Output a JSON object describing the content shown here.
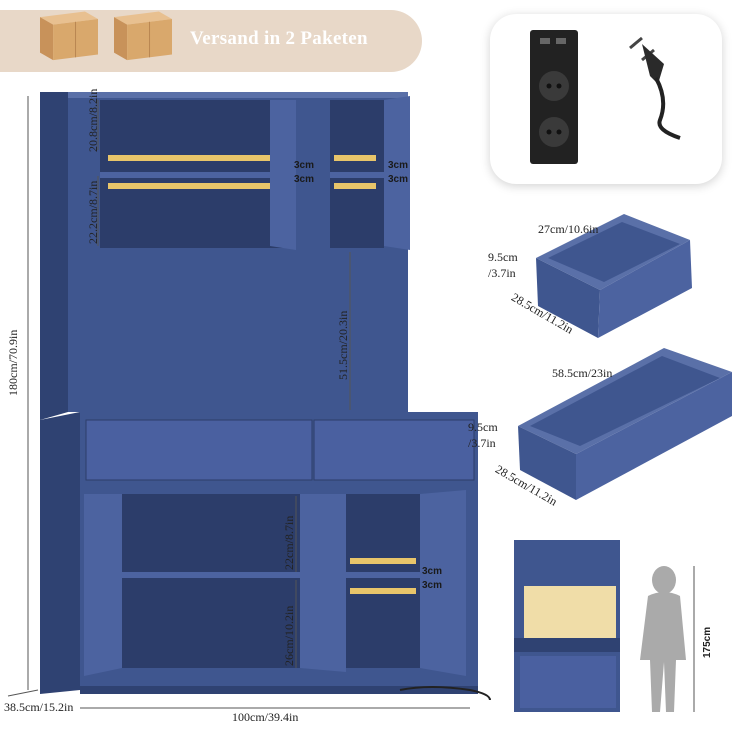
{
  "banner": {
    "text": "Versand in 2 Paketen"
  },
  "colors": {
    "cabinet": "#3f568f",
    "cabinet_dark": "#2f4272",
    "cabinet_light": "#5a70a8",
    "banner": "#e8d8c8",
    "box": "#d9a86c",
    "led": "#e8c56a"
  },
  "icons": [
    "package-box-icon",
    "power-socket-icon",
    "eu-plug-icon"
  ],
  "dimensions": {
    "height_total": "180cm/70.9in",
    "width_total": "100cm/39.4in",
    "depth_total": "38.5cm/15.2in",
    "upper_shelf_top": "20.8cm/8.2in",
    "upper_shelf_bottom": "22.2cm/8.7in",
    "hutch_gap": "51.5cm/20.3in",
    "lower_shelf_top": "22cm/8.7in",
    "lower_shelf_bottom": "26cm/10.2in",
    "led_gap_1": "3cm",
    "led_gap_2": "3cm",
    "led_gap_3": "3cm",
    "led_gap_4": "3cm",
    "led_gap_5": "3cm",
    "led_gap_6": "3cm"
  },
  "drawer_small": {
    "width": "27cm/10.6in",
    "height": "9.5cm",
    "height_in": "/3.7in",
    "depth": "28.5cm/11.2in"
  },
  "drawer_large": {
    "width": "58.5cm/23in",
    "height": "9.5cm",
    "height_in": "/3.7in",
    "depth": "28.5cm/11.2in"
  },
  "scale": {
    "person_height": "175cm"
  }
}
